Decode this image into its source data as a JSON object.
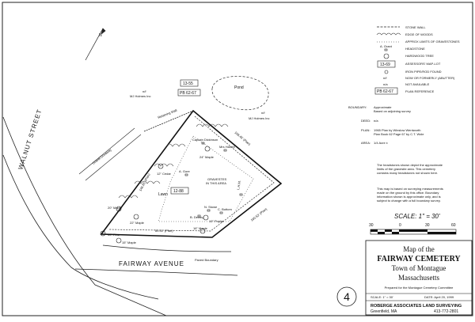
{
  "legend": {
    "stone_wall": "STONE WALL",
    "edge_woods": "EDGE OF WOODS",
    "gravestones": "APPROX LIMITS OF GRAVESTONES",
    "headstone": "HEADSTONE",
    "hardwood": "HARDWOOD TREE",
    "map_lot": "ASSESSORS' MAP-LOT",
    "map_lot_sample": "13-69",
    "iron_pipe": "IRON PIPE/ROD FOUND",
    "now_formerly": "NOW OR FORMERLY (ABUTTER)",
    "nf_sample": "n/f",
    "not_available": "NOT AVAILABLE",
    "na_sample": "n/a",
    "plan_ref": "PLAN REFERENCE",
    "plan_ref_sample": "PB 62-67",
    "a_sample": "A. Grant"
  },
  "notes": {
    "boundary_label": "BOUNDARY:",
    "boundary_1": "Approximate",
    "boundary_2": "Based on adjoining survey",
    "deed_label": "DEED:",
    "deed_val": "n/a",
    "plan_label": "PLAN:",
    "plan_1": "1965 Plan by Winslow Wentworth",
    "plan_2": "Plan Book 62 Page 67 by C.T. Wole",
    "area_label": "AREA:",
    "area_val": "1/4 Acre ±",
    "para1_1": "The headstones shown depict the approximate",
    "para1_2": "limits of the gravesite area. This cemetery",
    "para1_3": "contains many headstones not shown here.",
    "para2_1": "This map is based on surveying measurements",
    "para2_2": "made on the ground by this office. Boundary",
    "para2_3": "information shown is approximate only, and is",
    "para2_4": "subject to change with a full boundary survey."
  },
  "scale": {
    "label": "SCALE:  1\" = 30'",
    "ticks": [
      "30",
      "0",
      "30",
      "60"
    ]
  },
  "map": {
    "walnut": "WALNUT STREET",
    "fairway": "FAIRWAY AVENUE",
    "paved_bound": "Paved Boundary",
    "pond": "Pond",
    "lot_1": "13-55",
    "pb_1": "PB 62-67",
    "nf_1": "n/f",
    "abut_1": "MJ Holmes Inc",
    "nf_2": "n/f",
    "abut_2": "MJ Holmes Inc",
    "lot_main": "12-88",
    "lawn": "Lawn",
    "gravestones_1": "GRAVESTES",
    "gravestones_2": "IN THIS AREA",
    "captain": "Captain Dickinson",
    "mrs_harrell": "Mrs Harrell",
    "a_gore": "A. Gore",
    "n_stowe": "N. Stowe",
    "c_bottom": "C. Bottom",
    "b_dewey": "B. Dewey",
    "lh_m": "L.H.M.",
    "t24": "24\" Maple",
    "t12": "12\" Cedar",
    "t20": "20\" Maple",
    "t22": "22\" Maple",
    "t30": "30\" Pine",
    "t15": "15\" Maple",
    "t10": "10\" Poplar",
    "t16": "16\" Maple",
    "d_top": "108.45' (Plan)",
    "d_left": "146.85' (Plan)",
    "d_bottom": "80.31' (Plan)",
    "d_right": "160.53' (Plan)",
    "wall_lbl": "Retaining Wall",
    "gravel": "Gravel Driveway",
    "north": "N"
  },
  "title_block": {
    "map_of_the": "Map of the",
    "cemetery": "FAIRWAY CEMETERY",
    "town": "Town of Montague",
    "state": "Massachusetts",
    "prepared": "Prepared for the Montague Cemetery Committee",
    "scale_lbl": "SCALE:  1\" = 30'",
    "date_lbl": "DATE:  April 20, 1999",
    "firm": "ROBERGE ASSOCIATES LAND SURVEYING",
    "city": "Greenfield, MA",
    "phone": "413-772-2801",
    "sheet_no": "4"
  }
}
